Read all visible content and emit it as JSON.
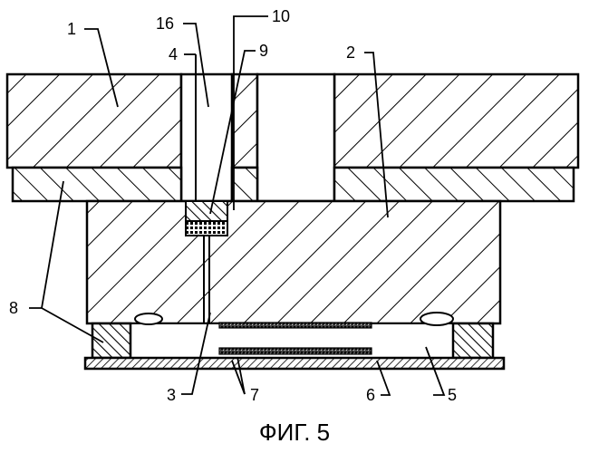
{
  "figure": {
    "caption": "ФИГ. 5",
    "labels": {
      "l1": "1",
      "l16": "16",
      "l10": "10",
      "l4": "4",
      "l9": "9",
      "l2": "2",
      "l8": "8",
      "l3": "3",
      "l7": "7",
      "l6": "6",
      "l5": "5"
    }
  }
}
